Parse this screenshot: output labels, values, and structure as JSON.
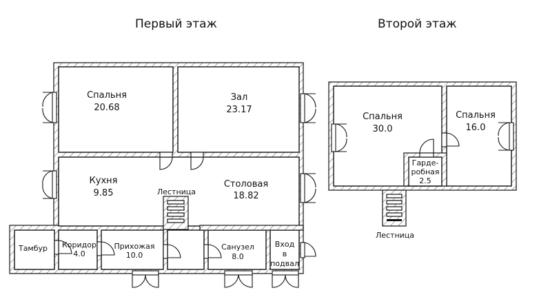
{
  "floors": [
    {
      "title": "Первый этаж",
      "rooms": [
        {
          "name": "Спальня",
          "area": "20.68"
        },
        {
          "name": "Зал",
          "area": "23.17"
        },
        {
          "name": "Кухня",
          "area": "9.85"
        },
        {
          "name": "Столовая",
          "area": "18.82"
        },
        {
          "name": "Тамбур",
          "area": ""
        },
        {
          "name": "Коридор",
          "area": "4.0"
        },
        {
          "name": "Прихожая",
          "area": "10.0"
        },
        {
          "name": "Санузел",
          "area": "8.0"
        },
        {
          "name": "Вход",
          "name2": "в",
          "name3": "подвал",
          "area": ""
        }
      ],
      "stairs_label": "Лестница"
    },
    {
      "title": "Второй этаж",
      "rooms": [
        {
          "name": "Спальня",
          "area": "30.0"
        },
        {
          "name": "Спальня",
          "area": "16.0"
        },
        {
          "name": "Гарде-",
          "name2": "робная",
          "area": "2.5"
        }
      ],
      "stairs_label": "Лестница"
    }
  ]
}
